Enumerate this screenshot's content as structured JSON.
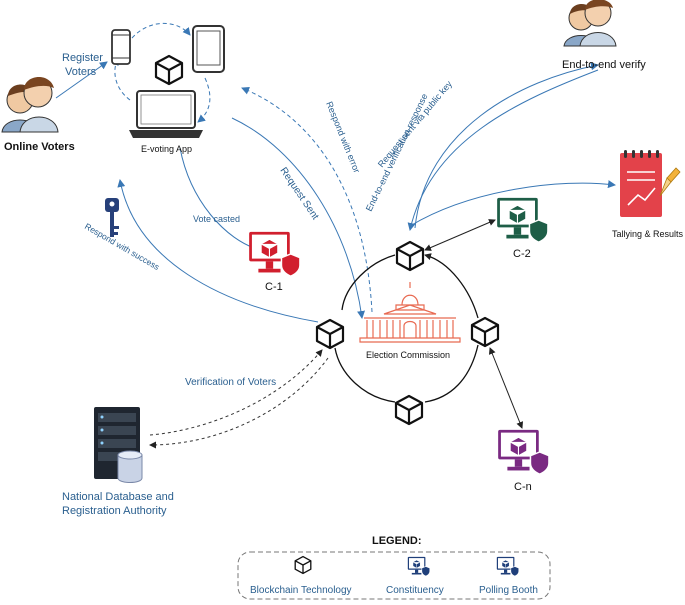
{
  "labels": {
    "online_voters": "Online Voters",
    "register_voters_1": "Register",
    "register_voters_2": "Voters",
    "evoting_app": "E-voting App",
    "e2e_verify": "End-to-end verify",
    "vote_casted": "Vote casted",
    "request_sent": "Request Sent",
    "respond_error": "Respond with error",
    "request_public_key": "Request sent via public key",
    "e2e_response": "End-to-end verification response",
    "respond_success": "Respond with success",
    "tallying": "Tallying & Results",
    "c1": "C-1",
    "c2": "C-2",
    "cn": "C-n",
    "election_commission": "Election Commission",
    "verification_voters": "Verification of Voters",
    "national_db_1": "National Database and",
    "national_db_2": "Registration Authority"
  },
  "legend": {
    "title": "LEGEND:",
    "items": [
      {
        "label": "Blockchain Technology",
        "icon": "cube-icon"
      },
      {
        "label": "Constituency",
        "icon": "monitor-shield-icon"
      },
      {
        "label": "Polling Booth",
        "icon": "monitor-cube-icon"
      }
    ]
  },
  "colors": {
    "arrow_blue": "#3a78b5",
    "label_blue": "#2a5f8f",
    "c1_red": "#d11f2e",
    "c2_green": "#1e5e47",
    "cn_purple": "#7a2a82",
    "commission_orange": "#e86a52",
    "key_navy": "#27407a",
    "tally_red": "#e3424a"
  }
}
